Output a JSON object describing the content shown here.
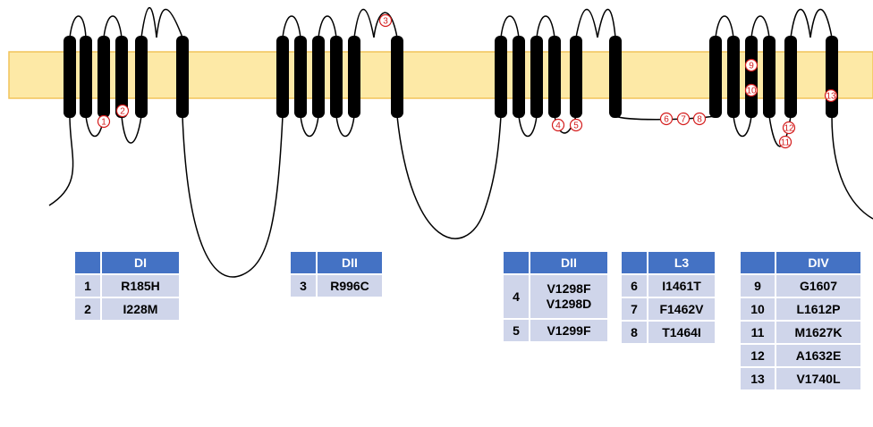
{
  "mutation_markers": [
    "1",
    "2",
    "3",
    "4",
    "5",
    "6",
    "7",
    "8",
    "9",
    "10",
    "11",
    "12",
    "13"
  ],
  "tables": [
    {
      "header": "DI",
      "rows": [
        {
          "num": "1",
          "vals": [
            "R185H"
          ]
        },
        {
          "num": "2",
          "vals": [
            "I228M"
          ]
        }
      ]
    },
    {
      "header": "DII",
      "rows": [
        {
          "num": "3",
          "vals": [
            "R996C"
          ]
        }
      ]
    },
    {
      "header": "DII",
      "rows": [
        {
          "num": "4",
          "vals": [
            "V1298F",
            "V1298D"
          ]
        },
        {
          "num": "5",
          "vals": [
            "V1299F"
          ]
        }
      ]
    },
    {
      "header": "L3",
      "rows": [
        {
          "num": "6",
          "vals": [
            "I1461T"
          ]
        },
        {
          "num": "7",
          "vals": [
            "F1462V"
          ]
        },
        {
          "num": "8",
          "vals": [
            "T1464I"
          ]
        }
      ]
    },
    {
      "header": "DIV",
      "rows": [
        {
          "num": "9",
          "vals": [
            "G1607"
          ]
        },
        {
          "num": "10",
          "vals": [
            "L1612P"
          ]
        },
        {
          "num": "11",
          "vals": [
            "M1627K"
          ]
        },
        {
          "num": "12",
          "vals": [
            "A1632E"
          ]
        },
        {
          "num": "13",
          "vals": [
            "V1740L"
          ]
        }
      ]
    }
  ],
  "colors": {
    "membrane_fill": "#fde9a6",
    "membrane_border": "#f2c45a",
    "helix": "#000000",
    "marker": "#d41c1c",
    "header_bg": "#4472c4",
    "cell_bg": "#cfd5ea"
  }
}
